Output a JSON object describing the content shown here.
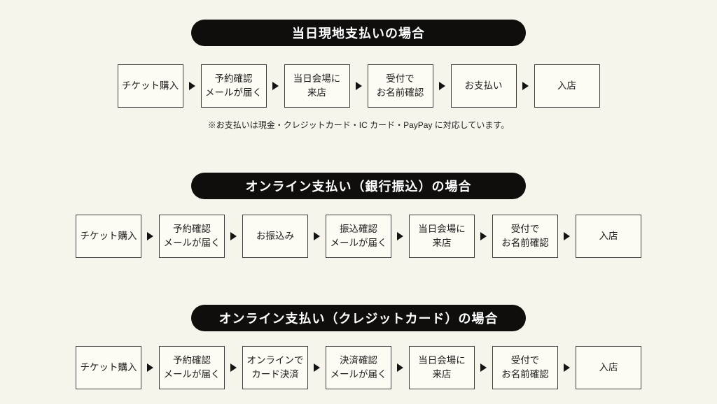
{
  "colors": {
    "bg": "#f7f4eb",
    "box": "#fdfbf4",
    "border": "#3f3f3f",
    "pill": "#0f0e0c",
    "pill_text": "#ffffff",
    "arrow": "#141414"
  },
  "sections": [
    {
      "title": "当日現地支払いの場合",
      "steps": [
        "チケット購入",
        "予約確認\nメールが届く",
        "当日会場に\n来店",
        "受付で\nお名前確認",
        "お支払い",
        "入店"
      ],
      "note": "※お支払いは現金・クレジットカード・IC カード・PayPay に対応しています。"
    },
    {
      "title": "オンライン支払い（銀行振込）の場合",
      "steps": [
        "チケット購入",
        "予約確認\nメールが届く",
        "お振込み",
        "振込確認\nメールが届く",
        "当日会場に\n来店",
        "受付で\nお名前確認",
        "入店"
      ]
    },
    {
      "title": "オンライン支払い（クレジットカード）の場合",
      "steps": [
        "チケット購入",
        "予約確認\nメールが届く",
        "オンラインで\nカード決済",
        "決済確認\nメールが届く",
        "当日会場に\n来店",
        "受付で\nお名前確認",
        "入店"
      ]
    }
  ]
}
